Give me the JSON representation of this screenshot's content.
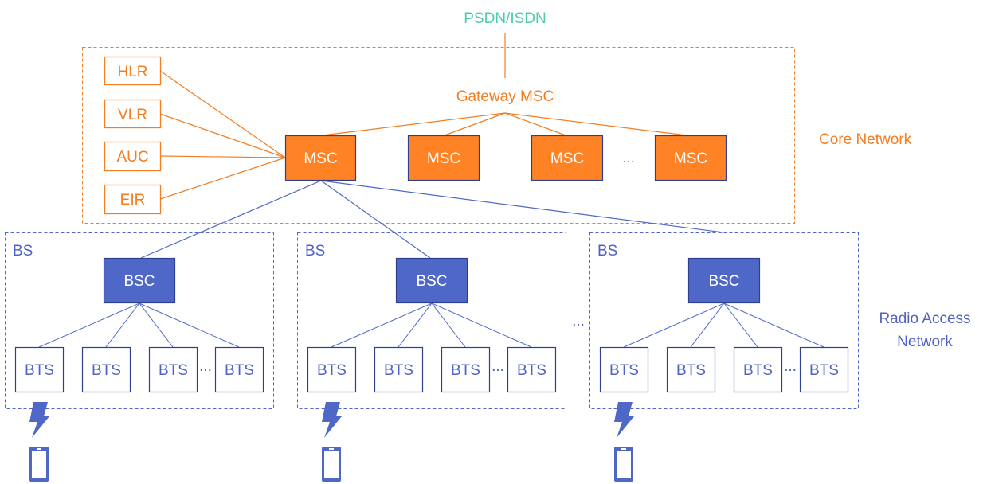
{
  "colors": {
    "orange": "#F47D20",
    "orange_fill": "#FF8225",
    "blue": "#4F68C8",
    "blue_text": "#4F62C7",
    "dark_border": "#2F3F8F",
    "teal": "#4ECBAE"
  },
  "external": {
    "label": "PSDN/ISDN"
  },
  "core": {
    "title": "Core Network",
    "gateway_label": "Gateway MSC",
    "databases": [
      "HLR",
      "VLR",
      "AUC",
      "EIR"
    ],
    "msc_label": "MSC",
    "msc_count_shown": 4,
    "ellipsis": "..."
  },
  "ran": {
    "title_line1": "Radio Access",
    "title_line2": "Network",
    "group_ellipsis": "...",
    "groups": [
      {
        "label": "BS",
        "bsc_label": "BSC",
        "bts": [
          "BTS",
          "BTS",
          "BTS",
          "BTS"
        ],
        "ellipsis": "..."
      },
      {
        "label": "BS",
        "bsc_label": "BSC",
        "bts": [
          "BTS",
          "BTS",
          "BTS",
          "BTS"
        ],
        "ellipsis": "..."
      },
      {
        "label": "BS",
        "bsc_label": "BSC",
        "bts": [
          "BTS",
          "BTS",
          "BTS",
          "BTS"
        ],
        "ellipsis": "..."
      }
    ]
  },
  "icons": {
    "radio_link": "lightning-bolt-icon",
    "mobile": "mobile-phone-icon"
  }
}
